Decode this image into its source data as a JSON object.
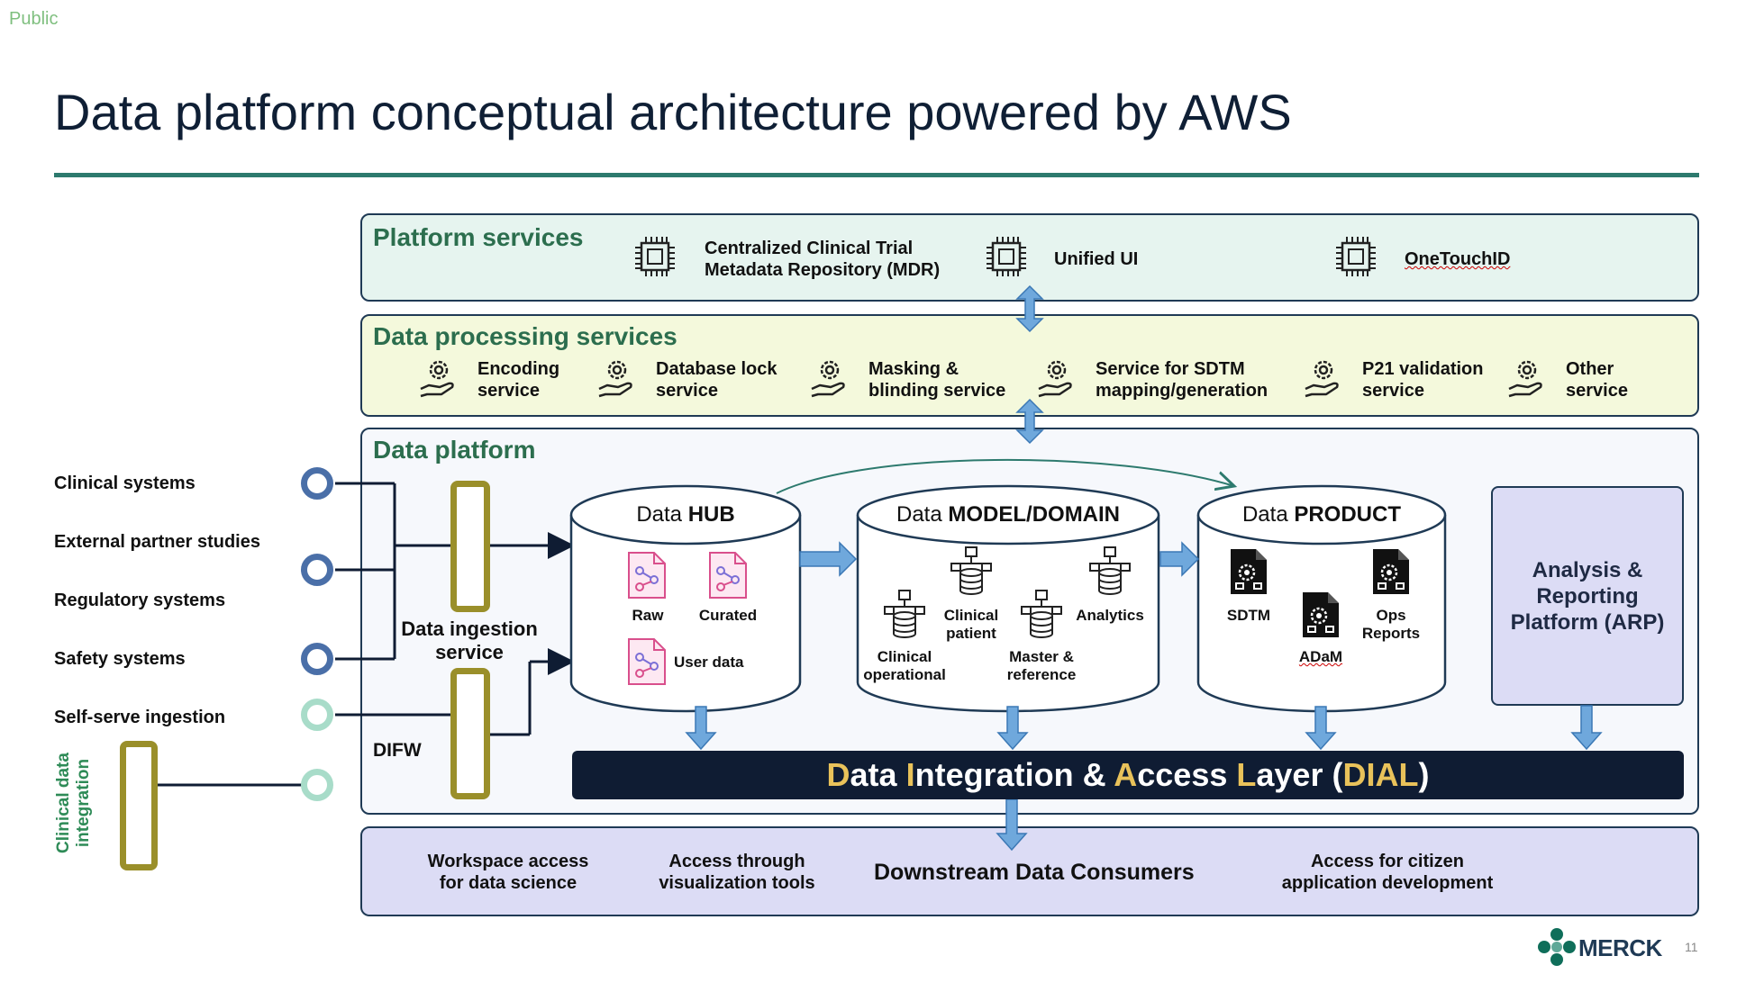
{
  "banner": "Public",
  "title": "Data platform conceptual architecture powered by AWS",
  "platform_services": {
    "title": "Platform services",
    "items": [
      {
        "line1": "Centralized Clinical Trial",
        "line2": "Metadata Repository (MDR)",
        "icon": "chip-icon"
      },
      {
        "line1": "Unified UI",
        "icon": "chip-icon"
      },
      {
        "line1": "OneTouchID",
        "icon": "chip-icon"
      }
    ]
  },
  "data_processing": {
    "title": "Data processing services",
    "items": [
      {
        "line1": "Encoding",
        "line2": "service",
        "icon": "gear-hand-icon"
      },
      {
        "line1": "Database lock",
        "line2": "service",
        "icon": "gear-hand-icon"
      },
      {
        "line1": "Masking &",
        "line2": "blinding service",
        "icon": "gear-hand-icon"
      },
      {
        "line1": "Service for SDTM",
        "line2": "mapping/generation",
        "icon": "gear-hand-icon"
      },
      {
        "line1": "P21 validation",
        "line2": "service",
        "icon": "gear-hand-icon"
      },
      {
        "line1": "Other",
        "line2": "service",
        "icon": "gear-hand-icon"
      }
    ]
  },
  "data_platform": {
    "title": "Data platform",
    "ingestion_line1": "Data ingestion",
    "ingestion_line2": "service",
    "difw": "DIFW",
    "hub": {
      "prefix": "Data ",
      "bold": "HUB",
      "raw": "Raw",
      "curated": "Curated",
      "user_data": "User data"
    },
    "model": {
      "prefix": "Data ",
      "bold": "MODEL/DOMAIN",
      "clinical_patient_1": "Clinical",
      "clinical_patient_2": "patient",
      "analytics": "Analytics",
      "clinical_op_1": "Clinical",
      "clinical_op_2": "operational",
      "master_1": "Master &",
      "master_2": "reference"
    },
    "product": {
      "prefix": "Data ",
      "bold": "PRODUCT",
      "sdtm": "SDTM",
      "ops_1": "Ops",
      "ops_2": "Reports",
      "adam": "ADaM"
    },
    "arp_1": "Analysis &",
    "arp_2": "Reporting",
    "arp_3": "Platform (ARP)",
    "dial": {
      "w1a": "D",
      "w1b": "ata ",
      "w2a": "I",
      "w2b": "ntegration & ",
      "w3a": "A",
      "w3b": "ccess ",
      "w4a": "L",
      "w4b": "ayer (",
      "w5": "DIAL",
      "w6": ")"
    }
  },
  "sources": [
    "Clinical systems",
    "External partner studies",
    "Regulatory systems",
    "Safety systems",
    "Self-serve ingestion"
  ],
  "clinical_integration_1": "Clinical data",
  "clinical_integration_2": "integration",
  "downstream": {
    "title": "Downstream Data Consumers",
    "ws_1": "Workspace access",
    "ws_2": "for data science",
    "viz_1": "Access through",
    "viz_2": "visualization tools",
    "cit_1": "Access for citizen",
    "cit_2": "application development"
  },
  "footer": {
    "brand": "MERCK",
    "page": "11"
  },
  "colors": {
    "heading_green": "#2c6e4e",
    "dial_bg": "#0f1c33",
    "dial_highlight": "#e9c25a",
    "arrow_blue": "#6fa8dc"
  }
}
